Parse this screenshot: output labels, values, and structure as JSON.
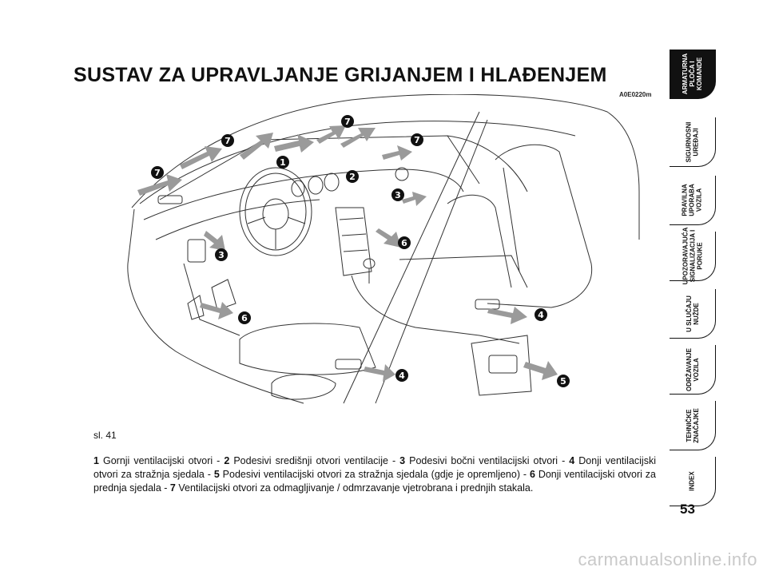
{
  "page": {
    "title": "SUSTAV ZA UPRAVLJANJE GRIJANJEM I HLAĐENJEM",
    "figure_code": "A0E0220m",
    "figure_label": "sl. 41",
    "page_number": "53",
    "watermark": "carmanualsonline.info"
  },
  "caption": {
    "items": [
      {
        "num": "1",
        "text": "Gornji ventilacijski otvori - "
      },
      {
        "num": "2",
        "text": "Podesivi središnji otvori ventilacije - "
      },
      {
        "num": "3",
        "text": "Podesivi bočni ventilacijski otvori - "
      },
      {
        "num": "4",
        "text": "Donji ventilacijski otvori za stražnja sjedala - "
      },
      {
        "num": "5",
        "text": "Podesivi ventilacijski otvori za stražnja sjedala (gdje je opremljeno) - "
      },
      {
        "num": "6",
        "text": "Donji ventilacijski otvori za prednja sjedala - "
      },
      {
        "num": "7",
        "text": "Ventilacijski otvori za odmagljivanje / odmrzavanje vjetrobrana i prednjih stakala."
      }
    ]
  },
  "side_tabs": [
    {
      "label": "ARMATURNA\nPLOČA I\nKOMANDE",
      "active": true
    },
    {
      "label": "SIGURNOSNI\nUREĐAJI",
      "active": false
    },
    {
      "label": "PRAVILNA\nUPORABA\nVOZILA",
      "active": false
    },
    {
      "label": "UPOZORAVAJUĆA\nSIGNALIZACIJA I\nPORUKE",
      "active": false
    },
    {
      "label": "U SLUČAJU\nNUŽDE",
      "active": false
    },
    {
      "label": "ODRŽAVANJE\nVOZILA",
      "active": false
    },
    {
      "label": "TEHNIČKE\nZNAČAJKE",
      "active": false
    },
    {
      "label": "INDEX",
      "active": false
    }
  ],
  "badges": {
    "b1": "1",
    "b2": "2",
    "b3a": "3",
    "b3b": "3",
    "b4a": "4",
    "b4b": "4",
    "b5": "5",
    "b6a": "6",
    "b6b": "6",
    "b7a": "7",
    "b7b": "7",
    "b7c": "7",
    "b7d": "7"
  },
  "colors": {
    "tab_active": "#111111",
    "text": "#111111",
    "watermark": "#c9c9c9"
  }
}
